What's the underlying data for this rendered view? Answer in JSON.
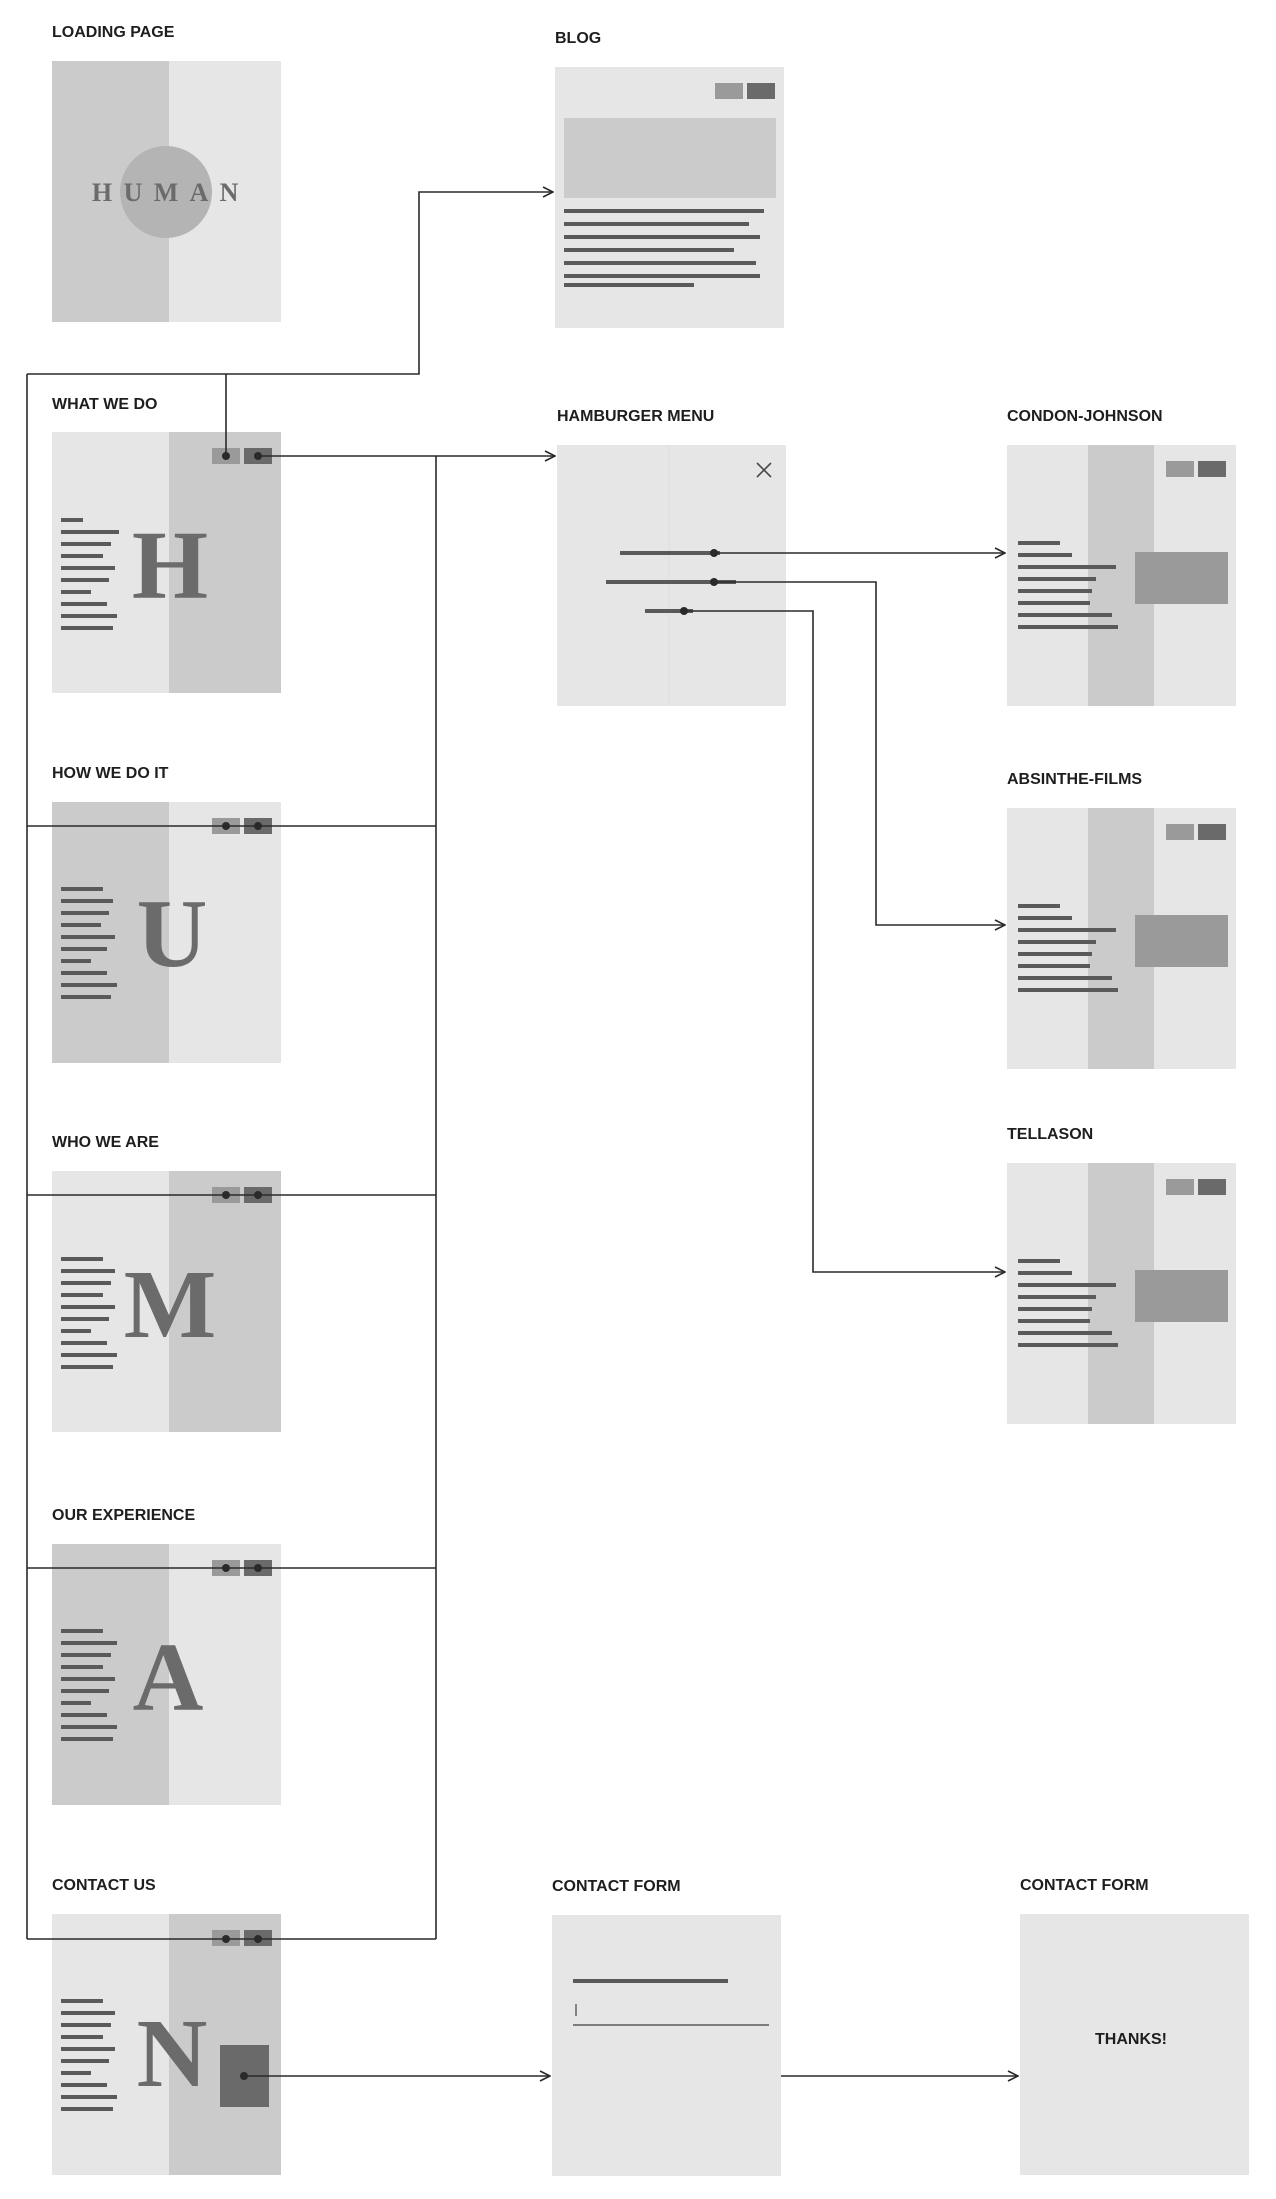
{
  "colors": {
    "panel_light": "#e6e6e6",
    "panel_mid": "#cbcbcb",
    "panel_dark": "#9a9a9a",
    "button_dark": "#6a6a6a",
    "letter": "#6b6b6b",
    "connector": "#2a2a2a"
  },
  "screens": {
    "loading": {
      "label": "LOADING PAGE",
      "wordmark": [
        "H",
        "U",
        "M",
        "A",
        "N"
      ]
    },
    "blog": {
      "label": "BLOG"
    },
    "what_we_do": {
      "label": "WHAT WE DO",
      "letter": "H"
    },
    "hamburger": {
      "label": "HAMBURGER MENU",
      "close_icon": "close-icon"
    },
    "condon": {
      "label": "CONDON-JOHNSON"
    },
    "how_we_do_it": {
      "label": "HOW WE DO IT",
      "letter": "U"
    },
    "absinthe": {
      "label": "ABSINTHE-FILMS"
    },
    "who_we_are": {
      "label": "WHO WE ARE",
      "letter": "M"
    },
    "tellason": {
      "label": "TELLASON"
    },
    "experience": {
      "label": "OUR EXPERIENCE",
      "letter": "A"
    },
    "contact_us": {
      "label": "CONTACT US",
      "letter": "N"
    },
    "contact_form": {
      "label": "CONTACT FORM"
    },
    "contact_thanks": {
      "label": "CONTACT FORM",
      "message": "THANKS!"
    }
  }
}
